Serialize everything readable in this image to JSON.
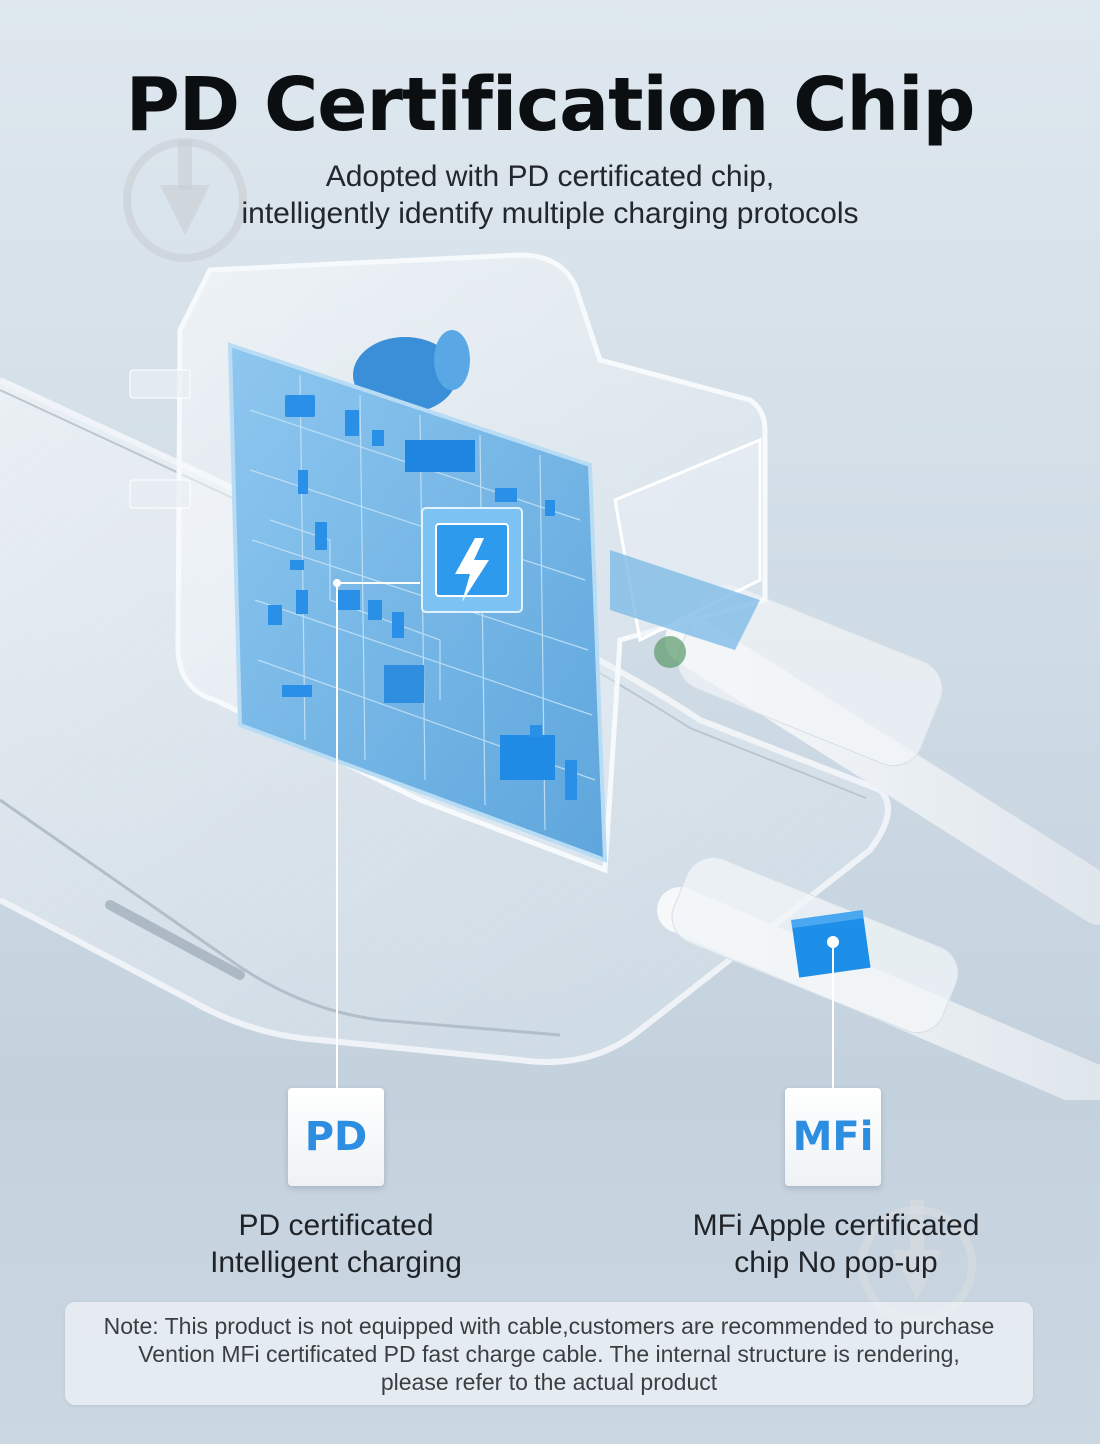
{
  "header": {
    "title": "PD Certification Chip",
    "subtitle_line1": "Adopted with PD certificated chip,",
    "subtitle_line2": "intelligently identify multiple charging protocols"
  },
  "features": [
    {
      "badge": "PD",
      "caption_line1": "PD certificated",
      "caption_line2": "Intelligent charging"
    },
    {
      "badge": "MFi",
      "caption_line1": "MFi Apple certificated",
      "caption_line2": "chip No pop-up"
    }
  ],
  "note": {
    "line1": "Note: This product is not equipped with cable,customers are recommended to purchase",
    "line2": "Vention MFi certificated PD fast charge cable. The internal structure is rendering,",
    "line3": "please refer to the actual product"
  },
  "colors": {
    "accent_blue": "#2d8de0",
    "pcb_blue": "#6fb3e6",
    "chip_blue": "#1e8fe8",
    "background": "#cfdbe5"
  },
  "icons": [
    "lightning-icon",
    "watermark-icon"
  ]
}
